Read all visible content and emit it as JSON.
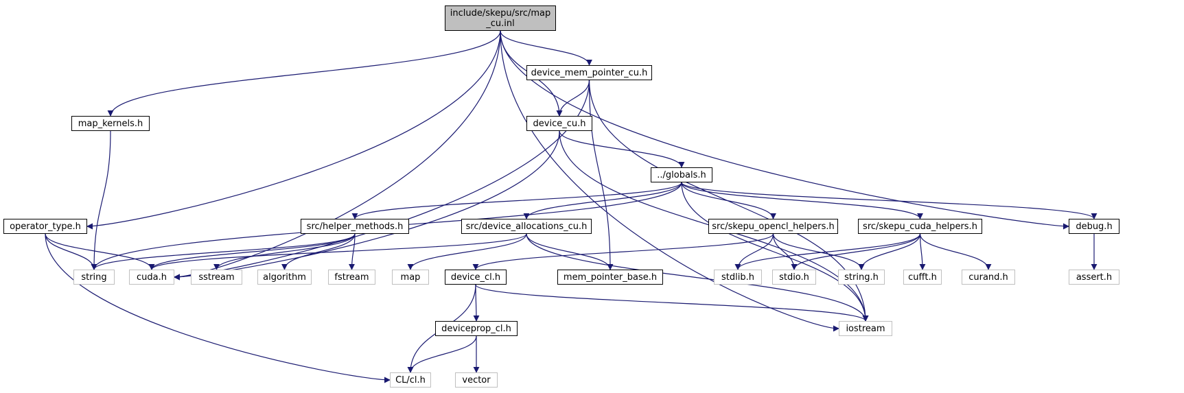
{
  "diagram": {
    "colors": {
      "edge": "#191970",
      "root_fill": "#bfbfbf",
      "system_border": "#bfbfbf",
      "local_border": "#000000"
    },
    "nodes": [
      {
        "id": "root",
        "label": "include/skepu/src/map\n_cu.inl",
        "kind": "root"
      },
      {
        "id": "dmp",
        "label": "device_mem_pointer_cu.h",
        "kind": "local"
      },
      {
        "id": "mapk",
        "label": "map_kernels.h",
        "kind": "local"
      },
      {
        "id": "dcu",
        "label": "device_cu.h",
        "kind": "local"
      },
      {
        "id": "glob",
        "label": "../globals.h",
        "kind": "local"
      },
      {
        "id": "opt",
        "label": "operator_type.h",
        "kind": "local"
      },
      {
        "id": "helper",
        "label": "src/helper_methods.h",
        "kind": "local"
      },
      {
        "id": "dalloc",
        "label": "src/device_allocations_cu.h",
        "kind": "local"
      },
      {
        "id": "ocl",
        "label": "src/skepu_opencl_helpers.h",
        "kind": "local"
      },
      {
        "id": "cudah",
        "label": "src/skepu_cuda_helpers.h",
        "kind": "local"
      },
      {
        "id": "debug",
        "label": "debug.h",
        "kind": "local"
      },
      {
        "id": "string",
        "label": "string",
        "kind": "system"
      },
      {
        "id": "cuda",
        "label": "cuda.h",
        "kind": "system"
      },
      {
        "id": "sstream",
        "label": "sstream",
        "kind": "system"
      },
      {
        "id": "algorithm",
        "label": "algorithm",
        "kind": "system"
      },
      {
        "id": "fstream",
        "label": "fstream",
        "kind": "system"
      },
      {
        "id": "map",
        "label": "map",
        "kind": "system"
      },
      {
        "id": "dcl",
        "label": "device_cl.h",
        "kind": "local"
      },
      {
        "id": "mpb",
        "label": "mem_pointer_base.h",
        "kind": "local"
      },
      {
        "id": "stdlib",
        "label": "stdlib.h",
        "kind": "system"
      },
      {
        "id": "stdio",
        "label": "stdio.h",
        "kind": "system"
      },
      {
        "id": "stringh",
        "label": "string.h",
        "kind": "system"
      },
      {
        "id": "cufft",
        "label": "cufft.h",
        "kind": "system"
      },
      {
        "id": "curand",
        "label": "curand.h",
        "kind": "system"
      },
      {
        "id": "assert",
        "label": "assert.h",
        "kind": "system"
      },
      {
        "id": "dpcl",
        "label": "deviceprop_cl.h",
        "kind": "local"
      },
      {
        "id": "iostream",
        "label": "iostream",
        "kind": "system"
      },
      {
        "id": "clh",
        "label": "CL/cl.h",
        "kind": "system"
      },
      {
        "id": "vector",
        "label": "vector",
        "kind": "system"
      }
    ],
    "edges": [
      [
        "root",
        "dmp"
      ],
      [
        "root",
        "mapk"
      ],
      [
        "root",
        "opt"
      ],
      [
        "root",
        "cuda"
      ],
      [
        "root",
        "dcu"
      ],
      [
        "root",
        "debug"
      ],
      [
        "root",
        "iostream"
      ],
      [
        "dmp",
        "dcu"
      ],
      [
        "dmp",
        "cuda"
      ],
      [
        "dmp",
        "mpb"
      ],
      [
        "dmp",
        "iostream"
      ],
      [
        "mapk",
        "string"
      ],
      [
        "dcu",
        "glob"
      ],
      [
        "dcu",
        "cuda"
      ],
      [
        "dcu",
        "iostream"
      ],
      [
        "glob",
        "string"
      ],
      [
        "glob",
        "helper"
      ],
      [
        "glob",
        "dalloc"
      ],
      [
        "glob",
        "ocl"
      ],
      [
        "glob",
        "cudah"
      ],
      [
        "glob",
        "debug"
      ],
      [
        "glob",
        "iostream"
      ],
      [
        "opt",
        "string"
      ],
      [
        "opt",
        "cuda"
      ],
      [
        "opt",
        "clh"
      ],
      [
        "helper",
        "string"
      ],
      [
        "helper",
        "cuda"
      ],
      [
        "helper",
        "sstream"
      ],
      [
        "helper",
        "algorithm"
      ],
      [
        "helper",
        "fstream"
      ],
      [
        "dalloc",
        "cuda"
      ],
      [
        "dalloc",
        "map"
      ],
      [
        "dalloc",
        "mpb"
      ],
      [
        "dalloc",
        "iostream"
      ],
      [
        "ocl",
        "dcl"
      ],
      [
        "ocl",
        "stdlib"
      ],
      [
        "ocl",
        "stdio"
      ],
      [
        "ocl",
        "stringh"
      ],
      [
        "cudah",
        "stdlib"
      ],
      [
        "cudah",
        "stdio"
      ],
      [
        "cudah",
        "stringh"
      ],
      [
        "cudah",
        "cufft"
      ],
      [
        "cudah",
        "curand"
      ],
      [
        "debug",
        "assert"
      ],
      [
        "dcl",
        "dpcl"
      ],
      [
        "dcl",
        "clh"
      ],
      [
        "dcl",
        "iostream"
      ],
      [
        "dpcl",
        "clh"
      ],
      [
        "dpcl",
        "vector"
      ]
    ]
  }
}
